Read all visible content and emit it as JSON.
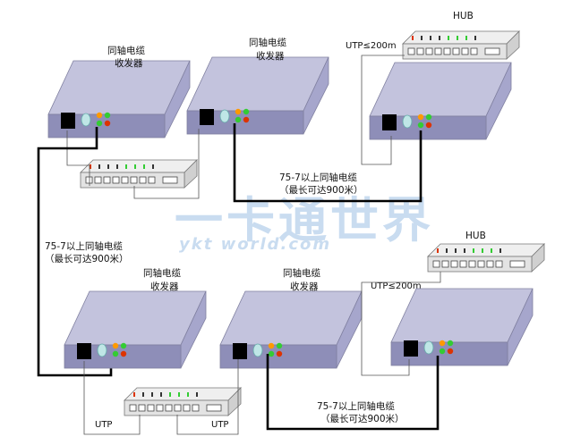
{
  "devices": {
    "transceiver_label_1": "同轴电缆",
    "transceiver_label_2": "收发器",
    "hub_label": "HUB"
  },
  "labels": {
    "top_left_t1": "同轴电缆",
    "top_left_t2": "收发器",
    "top_mid_t1": "同轴电缆",
    "top_mid_t2": "收发器",
    "top_right_hub": "HUB",
    "top_right_utp": "UTP≤200m",
    "top_cable_1": "75-7以上同轴电缆",
    "top_cable_2": "（最长可达900米）",
    "left_cable_1": "75-7以上同轴电缆",
    "left_cable_2": "（最长可达900米）",
    "bot_left_t1": "同轴电缆",
    "bot_left_t2": "收发器",
    "bot_mid_t1": "同轴电缆",
    "bot_mid_t2": "收发器",
    "bot_right_hub": "HUB",
    "bot_right_utp": "UTP≤200m",
    "bot_cable_1": "75-7以上同轴电缆",
    "bot_cable_2": "（最长可达900米）",
    "utp_left": "UTP",
    "utp_right": "UTP"
  },
  "watermark": {
    "cn": "一卡通世界",
    "en": "ykt world.com"
  },
  "colors": {
    "box_top": "#c3c3dd",
    "box_front": "#8e8eb8",
    "box_side": "#a6a6cc",
    "led_green": "#33cc33",
    "led_orange": "#ff9900",
    "led_red": "#dd3300",
    "cable": "#000000"
  }
}
